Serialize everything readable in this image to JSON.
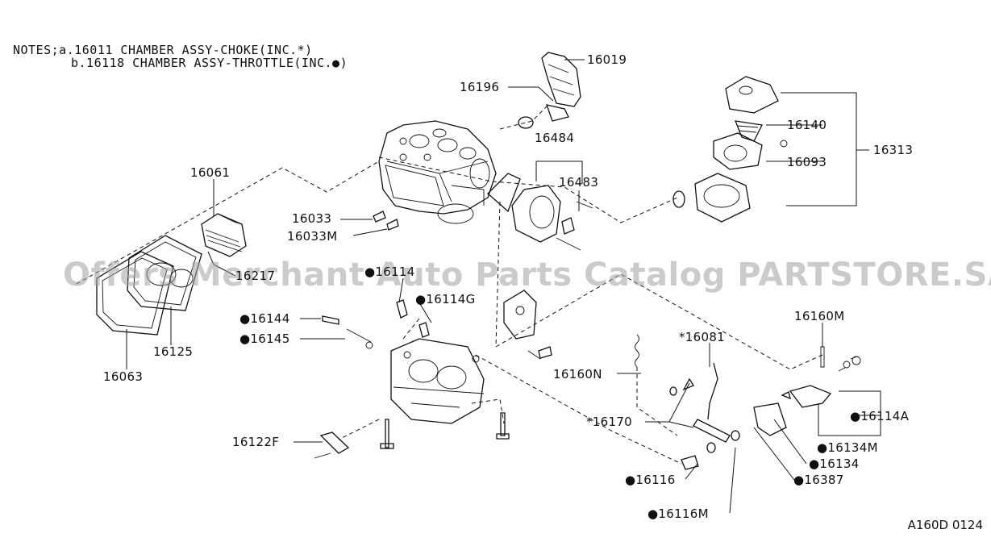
{
  "notes": {
    "line1": "NOTES;a.16011 CHAMBER ASSY-CHOKE(INC.*)",
    "line2": "b.16118 CHAMBER ASSY-THROTTLE(INC.●)"
  },
  "watermark": "Offers Merchant Auto Parts Catalog PARTSTORE.SA",
  "diagram_code": "A160D 0124",
  "labels": {
    "p16019": "16019",
    "p16196": "16196",
    "p16140": "16140",
    "p16093": "16093",
    "p16313": "16313",
    "p16484": "16484",
    "p16483": "16483",
    "p16061": "16061",
    "p16033": "16033",
    "p16033M": "16033M",
    "p16217": "16217",
    "p16114": "●16114",
    "p16114G": "●16114G",
    "p16144": "●16144",
    "p16145": "●16145",
    "p16125": "16125",
    "p16063": "16063",
    "p16160M": "16160M",
    "p16081": "*16081",
    "p16160N": "16160N",
    "p16114A": "●16114A",
    "p16134M": "●16134M",
    "p16134": "●16134",
    "p16170": "*16170",
    "p16122F": "16122F",
    "p16116": "●16116",
    "p16387": "●16387",
    "p16116M": "●16116M"
  }
}
